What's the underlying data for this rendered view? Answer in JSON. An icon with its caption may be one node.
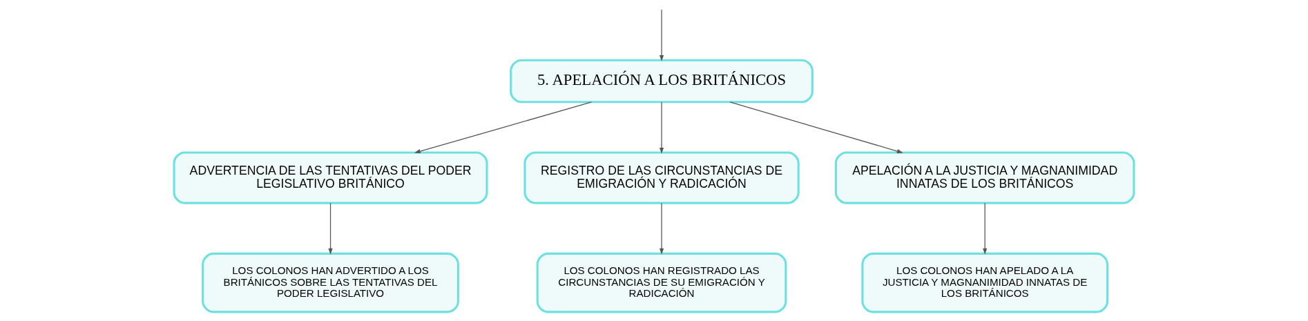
{
  "diagram": {
    "nodes": [
      {
        "text": [
          "5. APELACIÓN A LOS BRITÁNICOS"
        ]
      },
      {
        "text": [
          "ADVERTENCIA DE LAS TENTATIVAS DEL PODER LEGISLATIVO BRITÁNICO"
        ]
      },
      {
        "text": [
          "REGISTRO DE LAS CIRCUNSTANCIAS DE EMIGRACIÓN Y RADICACIÓN"
        ]
      },
      {
        "text": [
          "APELACIÓN A LA JUSTICIA Y MAGNANIMIDAD INNATAS DE LOS BRITÁNICOS"
        ]
      },
      {
        "text": [
          "LOS COLONOS HAN ADVERTIDO A LOS BRITÁNICOS SOBRE LAS TENTATIVAS DEL PODER LEGISLATIVO"
        ]
      },
      {
        "text": [
          "LOS COLONOS HAN REGISTRADO LAS CIRCUNSTANCIAS DE SU EMIGRACIÓN Y RADICACIÓN"
        ]
      },
      {
        "text": [
          "LOS COLONOS HAN APELADO A LA JUSTICIA Y MAGNANIMIDAD INNATAS DE LOS BRITÁNICOS"
        ]
      }
    ],
    "edges": [
      {
        "from": null,
        "to": 0,
        "arrow": "to"
      },
      {
        "from": 0,
        "to": 1,
        "arrow": "to"
      },
      {
        "from": 0,
        "to": 2,
        "arrow": "to"
      },
      {
        "from": 0,
        "to": 3,
        "arrow": "to"
      },
      {
        "from": 1,
        "to": 4,
        "arrow": "to"
      },
      {
        "from": 2,
        "to": 5,
        "arrow": "to"
      },
      {
        "from": 3,
        "to": 6,
        "arrow": "to"
      }
    ]
  }
}
